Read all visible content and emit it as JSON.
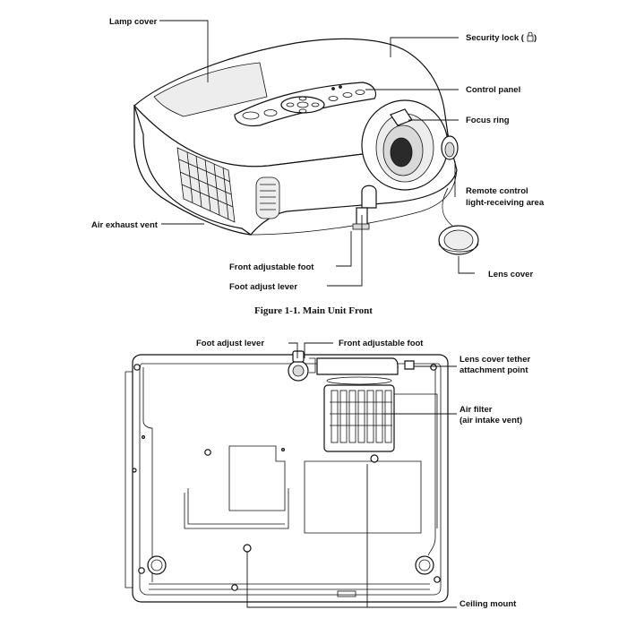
{
  "figure1": {
    "caption": "Figure 1-1. Main Unit Front",
    "labels": {
      "lamp_cover": "Lamp cover",
      "security_lock": "Security lock (",
      "security_lock_end": ")",
      "control_panel": "Control panel",
      "focus_ring": "Focus ring",
      "remote_line1": "Remote control",
      "remote_line2": "light-receiving area",
      "air_exhaust": "Air exhaust vent",
      "front_foot": "Front adjustable foot",
      "foot_lever": "Foot adjust lever",
      "lens_cover": "Lens cover"
    }
  },
  "figure2": {
    "labels": {
      "foot_lever": "Foot adjust lever",
      "front_foot": "Front adjustable foot",
      "tether_line1": "Lens cover tether",
      "tether_line2": "attachment point",
      "air_filter_line1": "Air filter",
      "air_filter_line2": "(air intake vent)",
      "ceiling_mount": "Ceiling mount"
    }
  }
}
